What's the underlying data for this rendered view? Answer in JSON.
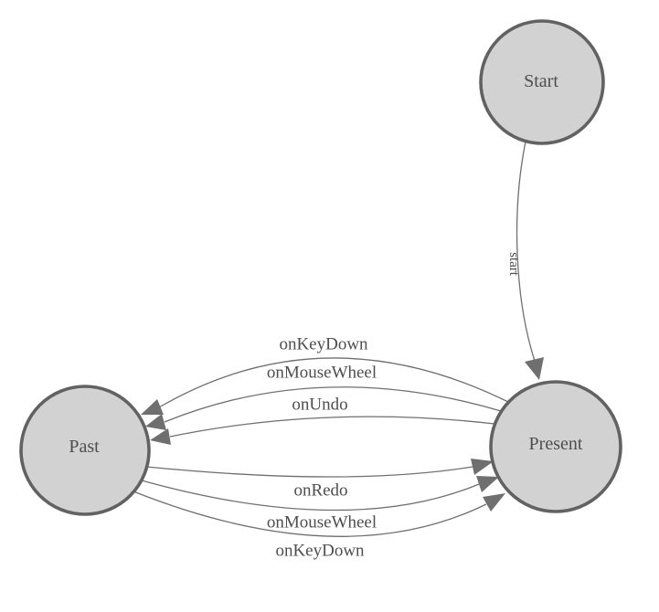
{
  "diagram": {
    "type": "state-machine",
    "colors": {
      "background": "#ffffff",
      "node_fill": "#d2d2d2",
      "node_stroke": "#626262",
      "edge_stroke": "#6f6f6f",
      "arrow_fill": "#6f6f6f",
      "text": "#4e4e4e"
    },
    "nodes": {
      "start": {
        "label": "Start"
      },
      "present": {
        "label": "Present"
      },
      "past": {
        "label": "Past"
      }
    },
    "edges": {
      "start_to_present": {
        "from": "Start",
        "to": "Present",
        "label": "start"
      },
      "present_to_past_1": {
        "from": "Present",
        "to": "Past",
        "label": "onKeyDown"
      },
      "present_to_past_2": {
        "from": "Present",
        "to": "Past",
        "label": "onMouseWheel"
      },
      "present_to_past_3": {
        "from": "Present",
        "to": "Past",
        "label": "onUndo"
      },
      "past_to_present_1": {
        "from": "Past",
        "to": "Present",
        "label": "onRedo"
      },
      "past_to_present_2": {
        "from": "Past",
        "to": "Present",
        "label": "onMouseWheel"
      },
      "past_to_present_3": {
        "from": "Past",
        "to": "Present",
        "label": "onKeyDown"
      }
    }
  }
}
